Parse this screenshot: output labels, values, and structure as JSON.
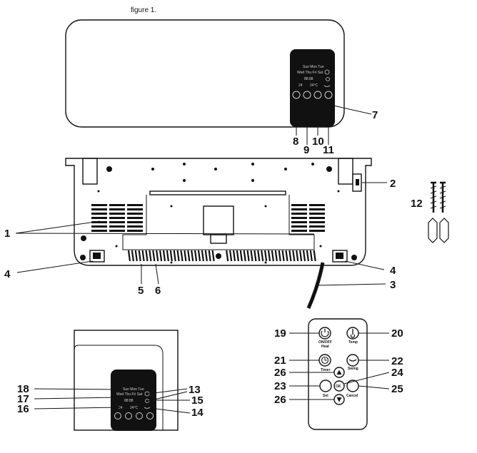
{
  "caption": "figure 1.",
  "callouts": {
    "n1": "1",
    "n2": "2",
    "n3": "3",
    "n4a": "4",
    "n4b": "4",
    "n5": "5",
    "n6": "6",
    "n7": "7",
    "n8": "8",
    "n9": "9",
    "n10": "10",
    "n11": "11",
    "n12": "12",
    "n13": "13",
    "n14": "14",
    "n15": "15",
    "n16": "16",
    "n17": "17",
    "n18": "18",
    "n19": "19",
    "n20": "20",
    "n21": "21",
    "n22": "22",
    "n23": "23",
    "n24": "24",
    "n25": "25",
    "n26a": "26",
    "n26b": "26"
  },
  "display": {
    "days_top": "Sun  Mon  Tue",
    "days_bottom": "Wed  Thu  Fri  Sat",
    "time": "88:88",
    "temp_set": "24",
    "temp_room": "24°C"
  },
  "remote": {
    "onoff_label": "ON/OFF",
    "heat_label": "Heat",
    "temp_label": "Temp",
    "timer_label": "Timer",
    "swing_label": "Swing",
    "set_label": "Set",
    "ok_label": "OK",
    "cancel_label": "Cancel"
  }
}
